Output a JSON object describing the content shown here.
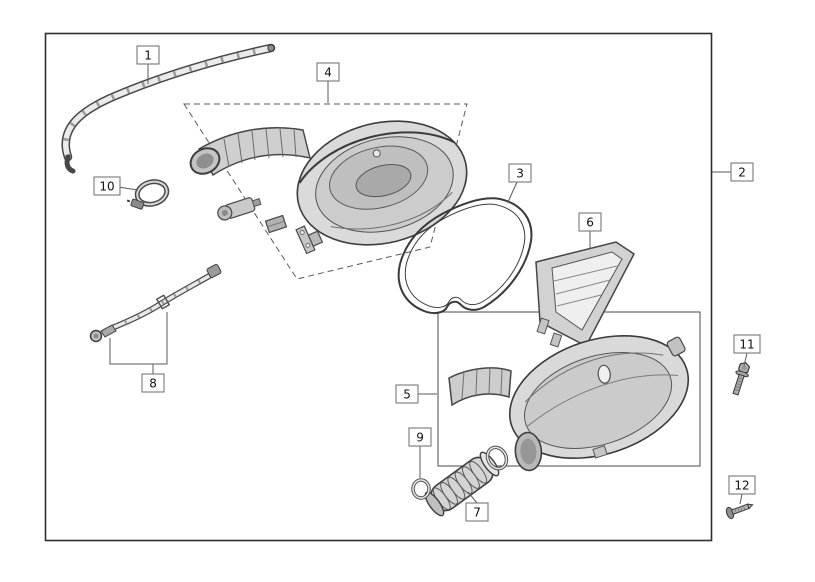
{
  "palette": {
    "ink": "#3a3a3a",
    "background": "#ffffff"
  },
  "callouts": [
    {
      "label": "1"
    },
    {
      "label": "2"
    },
    {
      "label": "3"
    },
    {
      "label": "4"
    },
    {
      "label": "5"
    },
    {
      "label": "6"
    },
    {
      "label": "7"
    },
    {
      "label": "8"
    },
    {
      "label": "9"
    },
    {
      "label": "10"
    },
    {
      "label": "11"
    },
    {
      "label": "12"
    }
  ]
}
